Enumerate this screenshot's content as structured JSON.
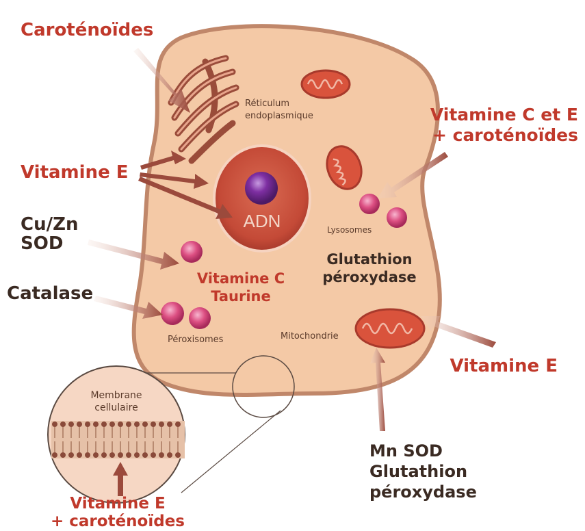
{
  "colors": {
    "cell_fill": "#f4c9a6",
    "cell_border": "#c0876a",
    "accent_red": "#c0392b",
    "text_dark": "#3a2a22",
    "arrow_fill": "#9b4a3c",
    "nucleus": "#c8523f",
    "nucleolus": "#7a2a9a",
    "vesicle": "#d84a78"
  },
  "diagram": {
    "organelles": {
      "reticulum": [
        "Réticulum",
        "endoplasmique"
      ],
      "nucleus": "ADN",
      "lysosomes": "Lysosomes",
      "peroxisomes": "Péroxisomes",
      "mitochondria": "Mitochondrie",
      "membrane": [
        "Membrane",
        "cellulaire"
      ]
    },
    "labels": {
      "carotenoides": "Caroténoïdes",
      "vitamine_e_left": "Vitamine E",
      "cu_zn_sod": [
        "Cu/Zn",
        "SOD"
      ],
      "catalase": "Catalase",
      "vitamine_c_taurine": [
        "Vitamine C",
        "Taurine"
      ],
      "glutathion_center": [
        "Glutathion",
        "péroxydase"
      ],
      "vitamine_c_e_carot": [
        "Vitamine C et E",
        "+ caroténoïdes"
      ],
      "vitamine_e_right": "Vitamine E",
      "mn_sod": [
        "Mn SOD",
        "Glutathion",
        "péroxydase"
      ],
      "vitamine_e_carot_bottom": [
        "Vitamine E",
        "+ caroténoïdes"
      ]
    }
  }
}
